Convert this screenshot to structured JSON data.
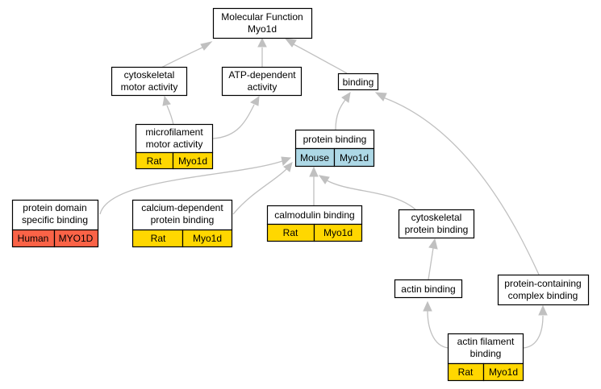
{
  "colors": {
    "rat": "#ffd700",
    "mouse": "#add8e6",
    "human": "#fa6347",
    "edge": "#c0c0c0"
  },
  "nodes": {
    "molecular_function": {
      "lines": [
        "Molecular Function",
        "Myo1d"
      ]
    },
    "cytoskeletal_motor_activity": {
      "lines": [
        "cytoskeletal",
        "motor activity"
      ]
    },
    "atp_dependent_activity": {
      "lines": [
        "ATP-dependent",
        "activity"
      ]
    },
    "binding": {
      "lines": [
        "binding"
      ]
    },
    "microfilament_motor_activity": {
      "lines": [
        "microfilament",
        "motor activity"
      ],
      "annotation": {
        "species": "Rat",
        "gene": "Myo1d"
      }
    },
    "protein_binding": {
      "lines": [
        "protein binding"
      ],
      "annotation": {
        "species": "Mouse",
        "gene": "Myo1d"
      }
    },
    "protein_domain_specific_binding": {
      "lines": [
        "protein domain",
        "specific binding"
      ],
      "annotation": {
        "species": "Human",
        "gene": "MYO1D"
      }
    },
    "calcium_dependent_protein_binding": {
      "lines": [
        "calcium-dependent",
        "protein binding"
      ],
      "annotation": {
        "species": "Rat",
        "gene": "Myo1d"
      }
    },
    "calmodulin_binding": {
      "lines": [
        "calmodulin binding"
      ],
      "annotation": {
        "species": "Rat",
        "gene": "Myo1d"
      }
    },
    "cytoskeletal_protein_binding": {
      "lines": [
        "cytoskeletal",
        "protein binding"
      ]
    },
    "actin_binding": {
      "lines": [
        "actin binding"
      ]
    },
    "protein_containing_complex_binding": {
      "lines": [
        "protein-containing",
        "complex binding"
      ]
    },
    "actin_filament_binding": {
      "lines": [
        "actin filament",
        "binding"
      ],
      "annotation": {
        "species": "Rat",
        "gene": "Myo1d"
      }
    }
  }
}
